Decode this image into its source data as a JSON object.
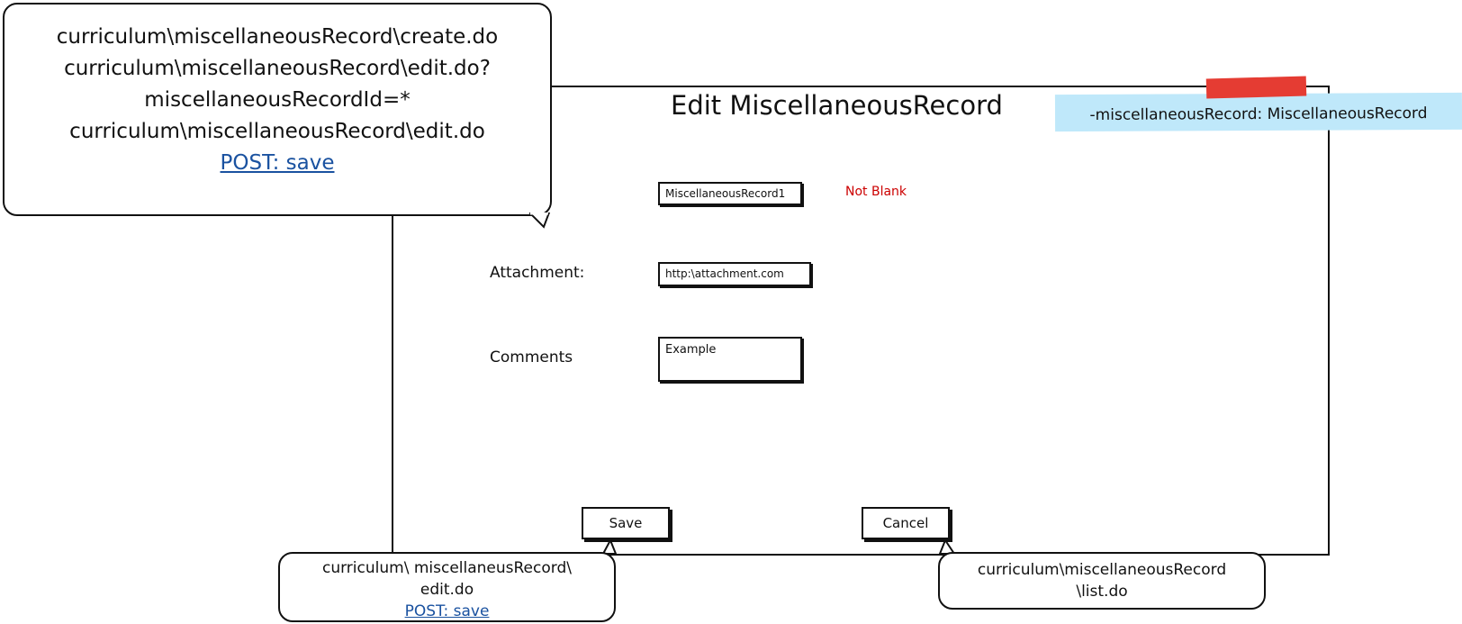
{
  "page": {
    "title": "Edit MiscellaneousRecord"
  },
  "model_note": {
    "label": "-miscellaneousRecord: MiscellaneousRecord"
  },
  "form": {
    "name_field": {
      "value": "MiscellaneousRecord1",
      "validation": "Not Blank"
    },
    "attachment_field": {
      "label": "Attachment:",
      "value": "http:\\attachment.com"
    },
    "comments_field": {
      "label": "Comments",
      "value": "Example"
    },
    "save_label": "Save",
    "cancel_label": "Cancel"
  },
  "annotations": {
    "entry_urls": {
      "lines": [
        "curriculum\\miscellaneousRecord\\create.do",
        "curriculum\\miscellaneousRecord\\edit.do?",
        "miscellaneousRecordId=*",
        "curriculum\\miscellaneousRecord\\edit.do"
      ],
      "link": "POST: save"
    },
    "save_target": {
      "lines": [
        "curriculum\\ miscellaneusRecord\\",
        "edit.do"
      ],
      "link": "POST: save"
    },
    "cancel_target": {
      "lines": [
        "curriculum\\miscellaneousRecord",
        "\\list.do"
      ]
    }
  }
}
